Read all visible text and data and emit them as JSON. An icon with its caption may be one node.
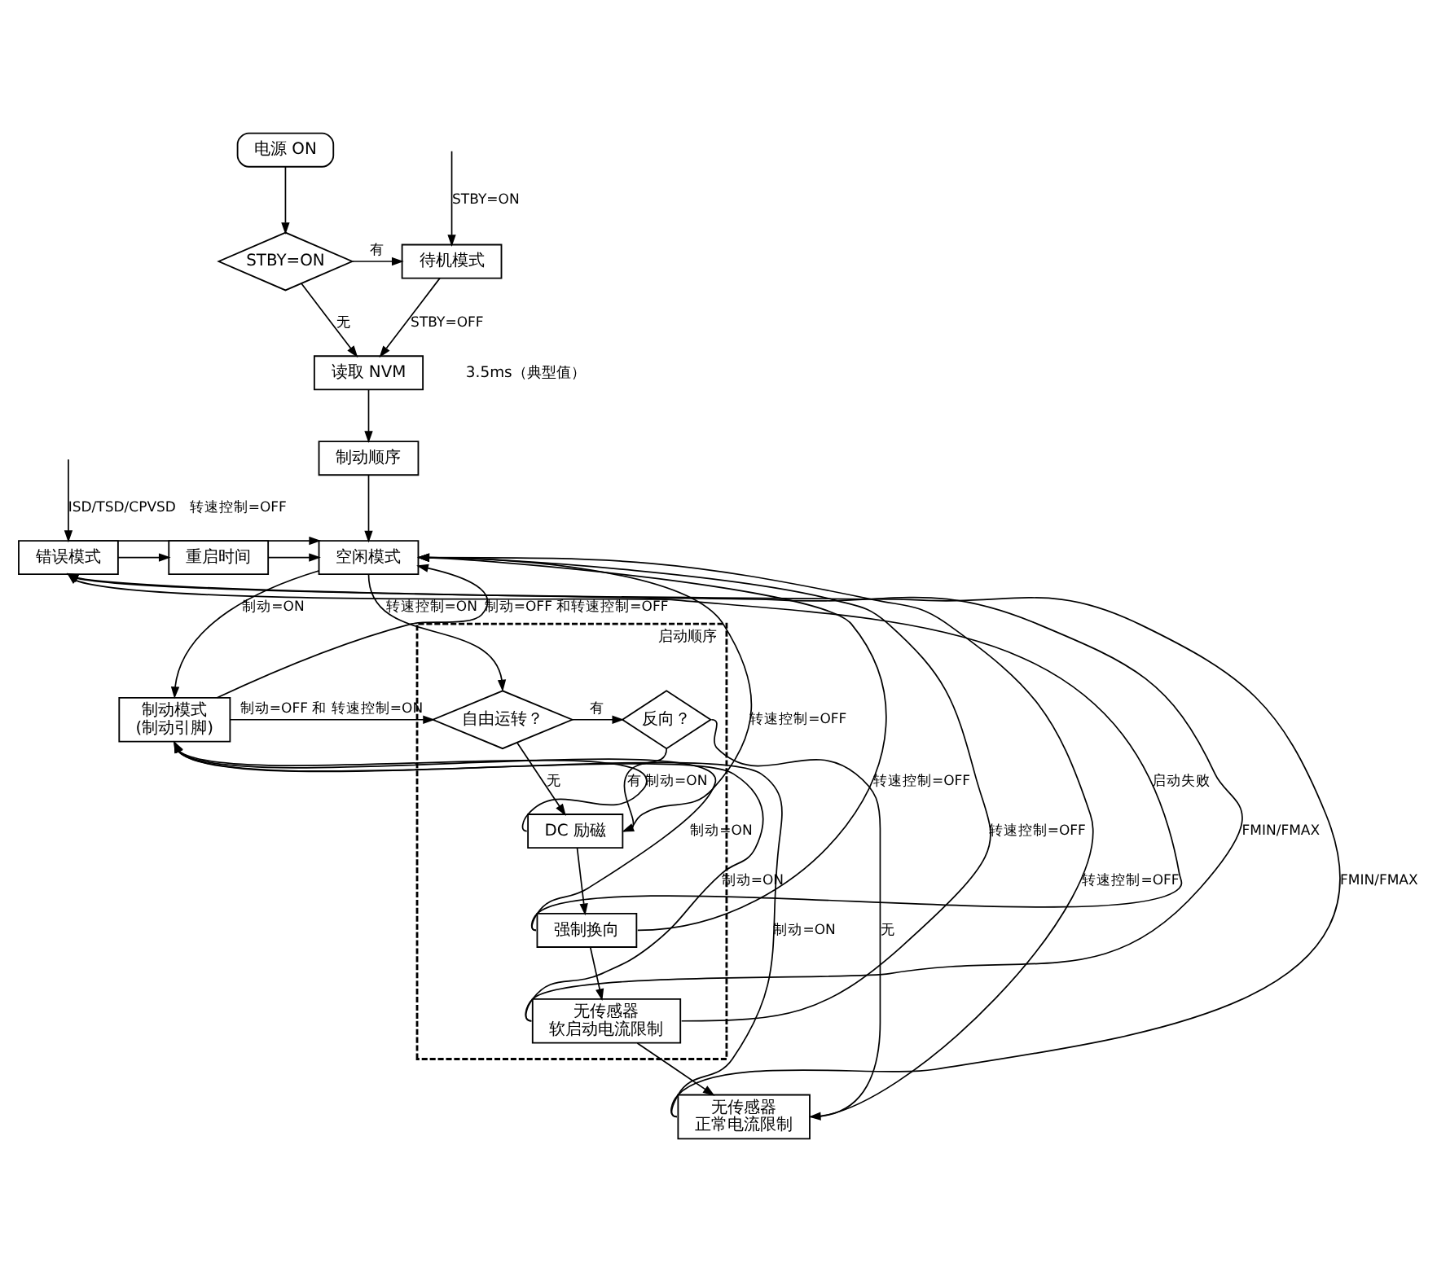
{
  "diagram": {
    "nodes": [
      {
        "text": [
          "电源 ON"
        ]
      },
      {
        "text": [
          "STBY=ON"
        ]
      },
      {
        "text": [
          "待机模式"
        ]
      },
      {
        "text": [
          "读取 NVM"
        ]
      },
      {
        "text": [
          "制动顺序"
        ]
      },
      {
        "text": [
          "空闲模式"
        ]
      },
      {
        "text": [
          "重启时间"
        ]
      },
      {
        "text": [
          "错误模式"
        ]
      },
      {
        "text": [
          "制动模式",
          "(制动引脚)"
        ]
      },
      {
        "text": [
          "启动顺序"
        ]
      },
      {
        "text": [
          "自由运转？"
        ],
        "in": 9
      },
      {
        "text": [
          "反向？"
        ],
        "in": 9
      },
      {
        "text": [
          "DC 励磁"
        ],
        "in": 9
      },
      {
        "text": [
          "强制换向"
        ],
        "in": 9
      },
      {
        "text": [
          "无传感器",
          "软启动电流限制"
        ],
        "in": 9
      },
      {
        "text": [
          "无传感器",
          "正常电流限制"
        ]
      }
    ],
    "edges": [
      {
        "from": 0,
        "to": 1,
        "arrow": "to"
      },
      {
        "from": 1,
        "to": 2,
        "arrow": "to",
        "label": "有"
      },
      {
        "from": 1,
        "to": 3,
        "arrow": "to",
        "label": "无"
      },
      {
        "from": 2,
        "to": 3,
        "arrow": "to",
        "label": "STBY=OFF"
      },
      {
        "from": null,
        "to": 2,
        "arrow": "to",
        "label": "STBY=ON"
      },
      {
        "from": 3,
        "to": 4,
        "arrow": "to"
      },
      {
        "from": 4,
        "to": 5,
        "arrow": "to"
      },
      {
        "from": 8,
        "to": 5,
        "arrow": "to",
        "label": "制动=OFF 和转速控制=OFF"
      },
      {
        "from": 5,
        "to": 8,
        "arrow": "to",
        "label": "制动=ON"
      },
      {
        "from": 6,
        "to": 5,
        "arrow": "to"
      },
      {
        "from": 7,
        "to": 6,
        "arrow": "to"
      },
      {
        "from": 7,
        "to": 5,
        "arrow": "to",
        "label": "转速控制=OFF"
      },
      {
        "from": null,
        "to": 7,
        "arrow": "to",
        "label": "ISD/TSD/CPVSD"
      },
      {
        "from": 5,
        "to": 10,
        "arrow": "to",
        "label": "转速控制=ON"
      },
      {
        "from": 8,
        "to": 10,
        "arrow": "to",
        "label": "制动=OFF 和 转速控制=ON"
      },
      {
        "from": 10,
        "to": 11,
        "arrow": "to",
        "label": "有"
      },
      {
        "from": 10,
        "to": 12,
        "arrow": "to",
        "label": "无"
      },
      {
        "from": 11,
        "to": 12,
        "arrow": "to",
        "label": "有"
      },
      {
        "from": 11,
        "to": 15,
        "arrow": "to",
        "label": "无"
      },
      {
        "from": 12,
        "to": 13,
        "arrow": "to"
      },
      {
        "from": 13,
        "to": 14,
        "arrow": "to"
      },
      {
        "from": 14,
        "to": 15,
        "arrow": "to"
      },
      {
        "from": 12,
        "to": 8,
        "arrow": "to",
        "label": "制动=ON"
      },
      {
        "from": 13,
        "to": 8,
        "arrow": "to",
        "label": "制动=ON"
      },
      {
        "from": 14,
        "to": 8,
        "arrow": "to",
        "label": "制动=ON"
      },
      {
        "from": 15,
        "to": 8,
        "arrow": "to",
        "label": "制动=ON"
      },
      {
        "from": 12,
        "to": 5,
        "arrow": "to",
        "label": "转速控制=OFF"
      },
      {
        "from": 13,
        "to": 5,
        "arrow": "to",
        "label": "转速控制=OFF"
      },
      {
        "from": 14,
        "to": 5,
        "arrow": "to",
        "label": "转速控制=OFF"
      },
      {
        "from": 15,
        "to": 5,
        "arrow": "to",
        "label": "转速控制=OFF"
      },
      {
        "from": 13,
        "to": 7,
        "arrow": "to",
        "label": "启动失败"
      },
      {
        "from": 14,
        "to": 7,
        "arrow": "to",
        "label": "FMIN/FMAX"
      },
      {
        "from": 15,
        "to": 7,
        "arrow": "to",
        "label": "FMIN/FMAX"
      }
    ],
    "labels": [
      "3.5ms（典型值）"
    ]
  }
}
